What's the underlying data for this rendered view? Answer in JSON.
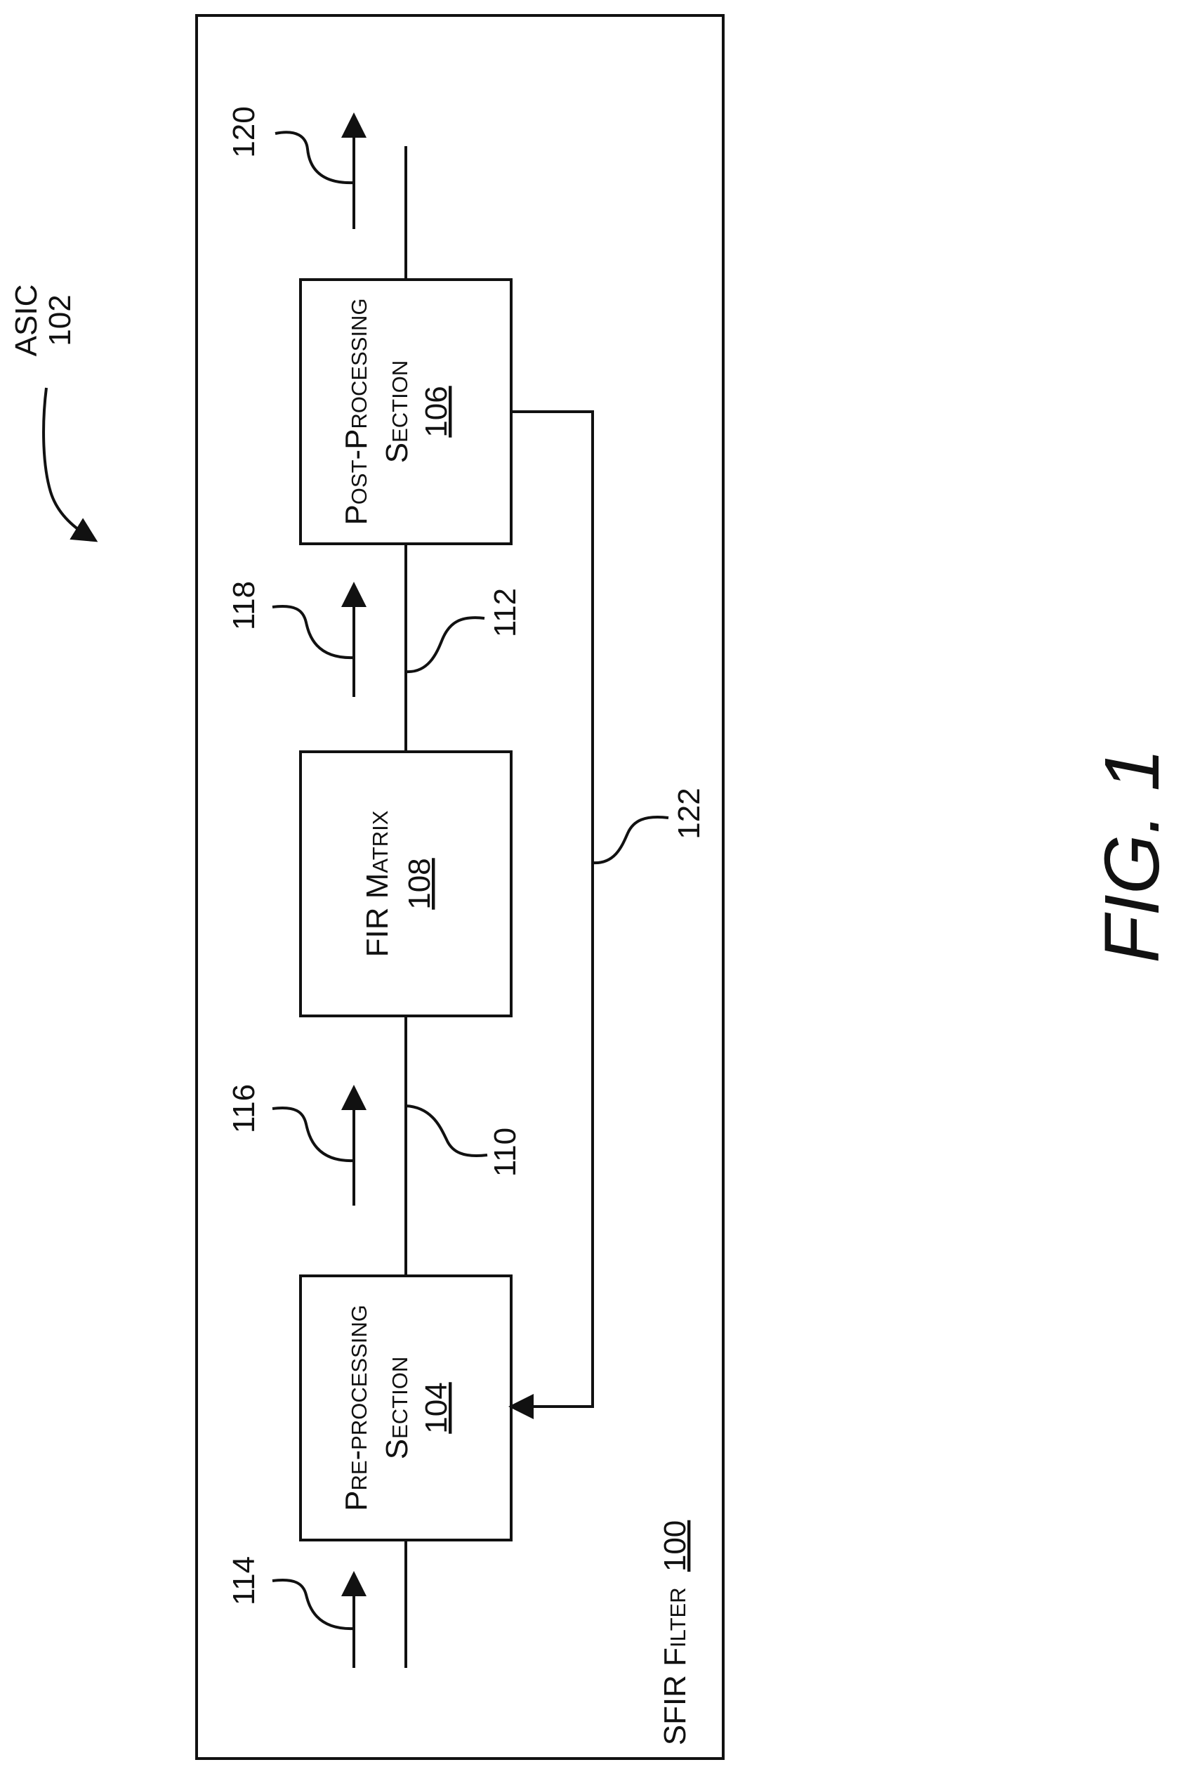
{
  "figure": {
    "caption": "FIG. 1",
    "asic": {
      "name": "ASIC",
      "ref": "102"
    },
    "filter": {
      "name": "SFIR Filter",
      "ref": "100"
    },
    "blocks": {
      "pre": {
        "line1": "Pre-processing",
        "line2": "Section",
        "ref": "104"
      },
      "fir": {
        "line1": "FIR Matrix",
        "ref": "108"
      },
      "post": {
        "line1": "Post-Processing",
        "line2": "Section",
        "ref": "106"
      }
    },
    "signals": {
      "s114": "114",
      "s116": "116",
      "s118": "118",
      "s120": "120",
      "s110": "110",
      "s112": "112",
      "s122": "122"
    }
  }
}
